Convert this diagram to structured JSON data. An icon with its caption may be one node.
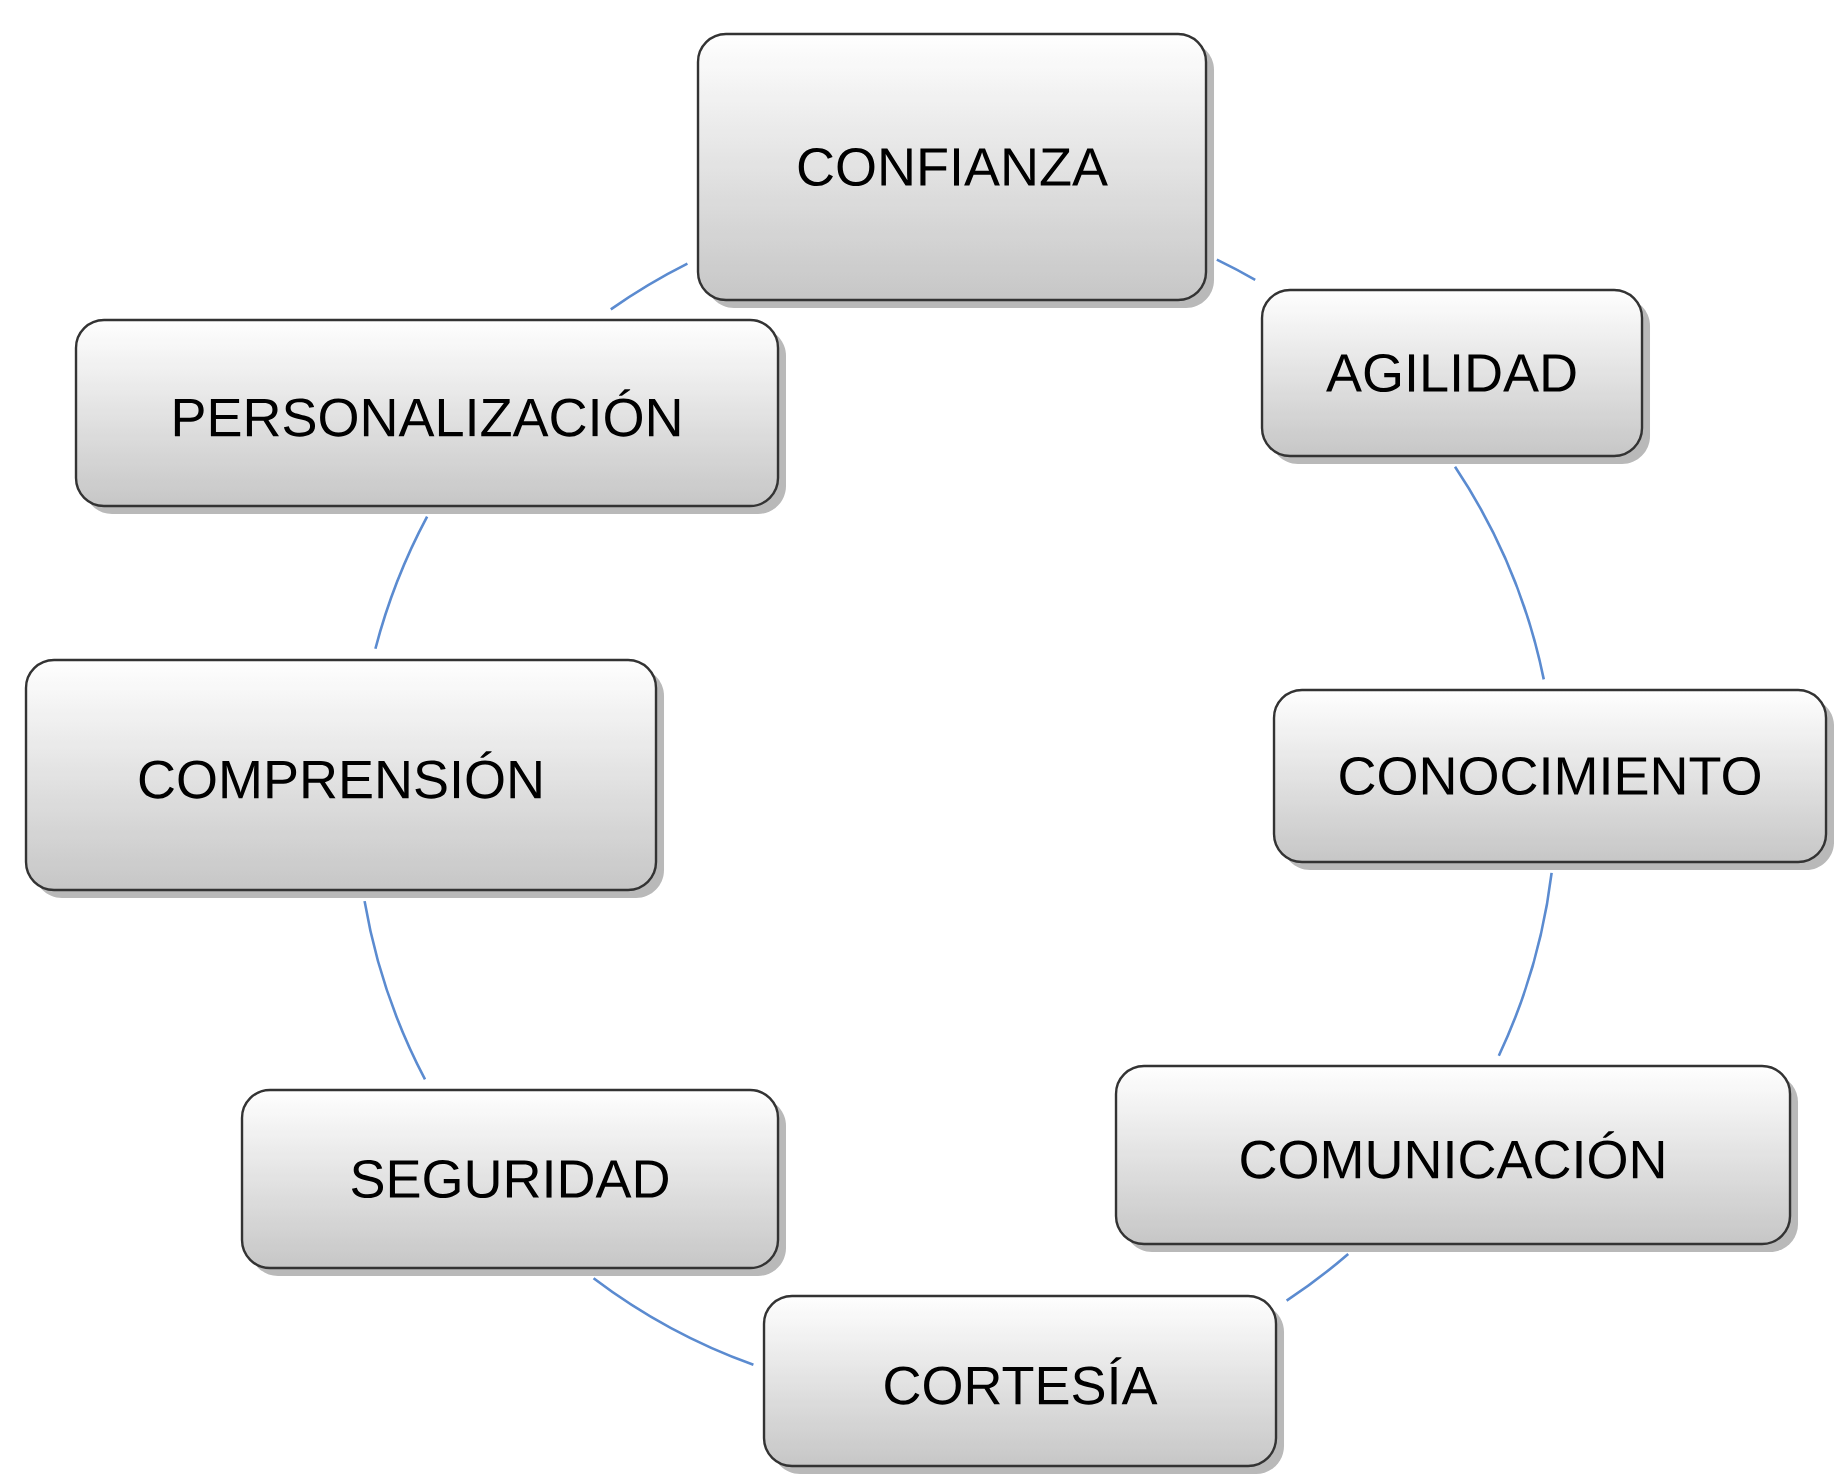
{
  "diagram": {
    "nodes": [
      {
        "text": [
          "CONFIANZA"
        ]
      },
      {
        "text": [
          "AGILIDAD"
        ]
      },
      {
        "text": [
          "CONOCIMIENTO"
        ]
      },
      {
        "text": [
          "COMUNICACIÓN"
        ]
      },
      {
        "text": [
          "CORTESÍA"
        ]
      },
      {
        "text": [
          "SEGURIDAD"
        ]
      },
      {
        "text": [
          "COMPRENSIÓN"
        ]
      },
      {
        "text": [
          "PERSONALIZACIÓN"
        ]
      }
    ],
    "edges": [
      {
        "from": 0,
        "to": 1,
        "arrow": "none"
      },
      {
        "from": 1,
        "to": 2,
        "arrow": "none"
      },
      {
        "from": 2,
        "to": 3,
        "arrow": "none"
      },
      {
        "from": 3,
        "to": 4,
        "arrow": "none"
      },
      {
        "from": 4,
        "to": 5,
        "arrow": "none"
      },
      {
        "from": 5,
        "to": 6,
        "arrow": "none"
      },
      {
        "from": 6,
        "to": 7,
        "arrow": "none"
      },
      {
        "from": 7,
        "to": 0,
        "arrow": "none"
      }
    ]
  }
}
